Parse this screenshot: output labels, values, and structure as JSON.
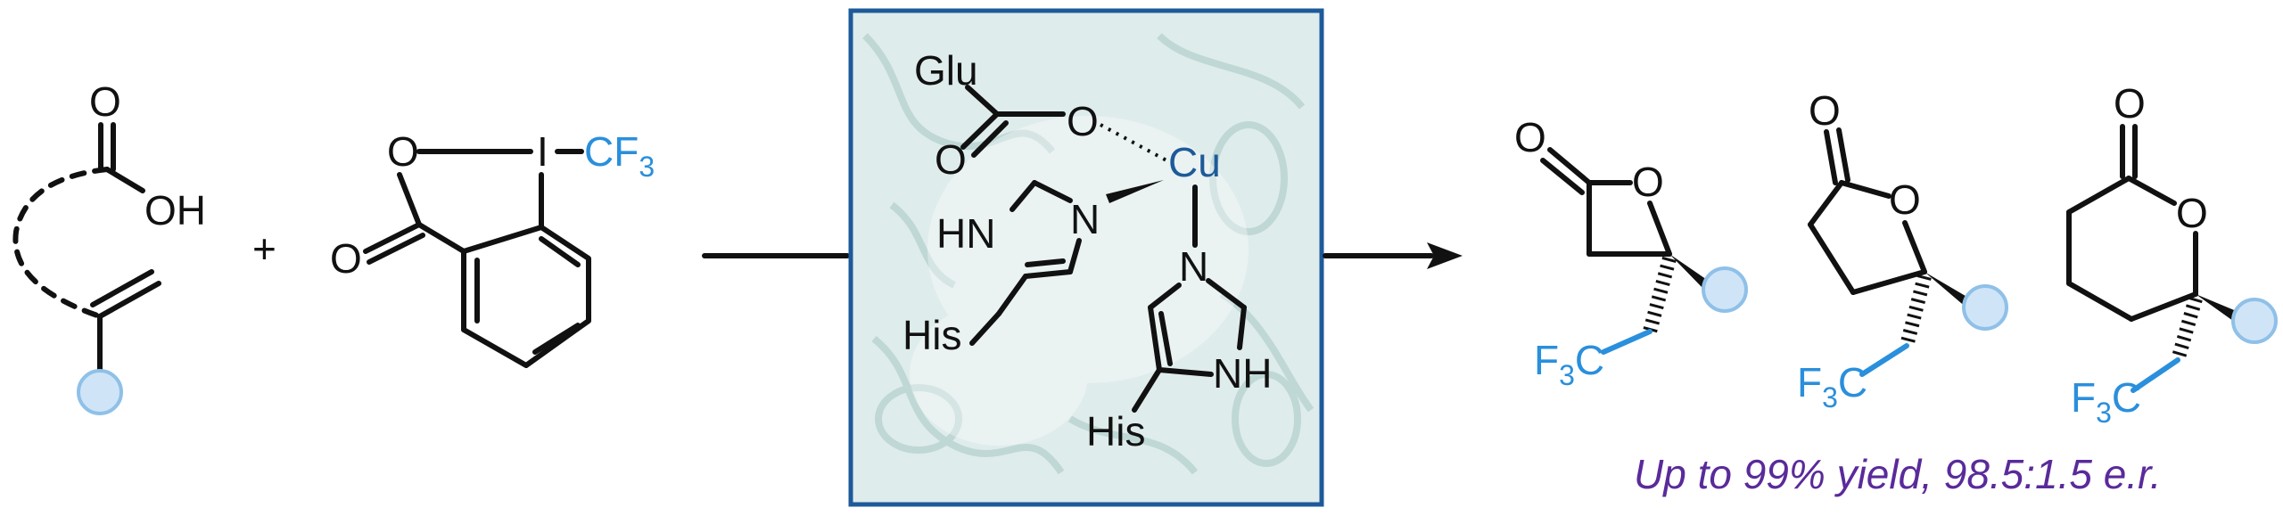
{
  "substrate": {
    "carbonyl_o": "O",
    "acid_oh": "OH"
  },
  "plus_sign": "+",
  "reagent": {
    "ring_o": "O",
    "iodine": "I",
    "cf3_text": "CF",
    "cf3_sub": "3",
    "carbonyl_o": "O"
  },
  "enzyme_panel": {
    "glu_label": "Glu",
    "carboxylate_o_double": "O",
    "carboxylate_o_coord": "O",
    "metal": "Cu",
    "his1_nh": "HN",
    "his1_n": "N",
    "his1_label": "His",
    "his2_n": "N",
    "his2_nh": "NH",
    "his2_label": "His"
  },
  "products": {
    "lactone4": {
      "exo_o": "O",
      "ring_o": "O",
      "f3c_text": "F",
      "f3c_sub": "3",
      "f3c_c": "C"
    },
    "lactone5": {
      "exo_o": "O",
      "ring_o": "O",
      "f3c_text": "F",
      "f3c_sub": "3",
      "f3c_c": "C"
    },
    "lactone6": {
      "exo_o": "O",
      "ring_o": "O",
      "f3c_text": "F",
      "f3c_sub": "3",
      "f3c_c": "C"
    }
  },
  "caption": "Up to 99% yield, 98.5:1.5 e.r.",
  "colors": {
    "cf3_blue": "#2a8fdc",
    "caption_purple": "#5a2a9a",
    "frame_blue": "#1d5a99",
    "panel_bg": "#dfecec",
    "r_group_fill": "#cfe5f7"
  }
}
